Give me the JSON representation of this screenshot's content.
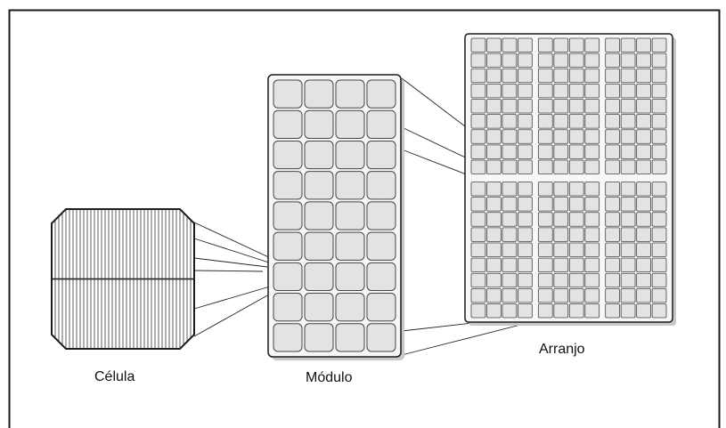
{
  "labels": {
    "cell": "Célula",
    "module": "Módulo",
    "array": "Arranjo"
  },
  "colors": {
    "frame": "#1a1a1a",
    "panel_fill": "#f7f7f7",
    "cell_fill": "#e3e3e3",
    "cell_stroke": "#444444",
    "shadow": "#c8c8c8",
    "wafer_fill": "#ffffff"
  },
  "module_grid": {
    "cols": 4,
    "rows": 9
  },
  "array_grid": {
    "module_cols": 3,
    "module_rows": 2,
    "cell_cols": 4,
    "cell_rows": 9
  },
  "cell_wafer": {
    "finger_count": 40,
    "busbars": 1
  }
}
